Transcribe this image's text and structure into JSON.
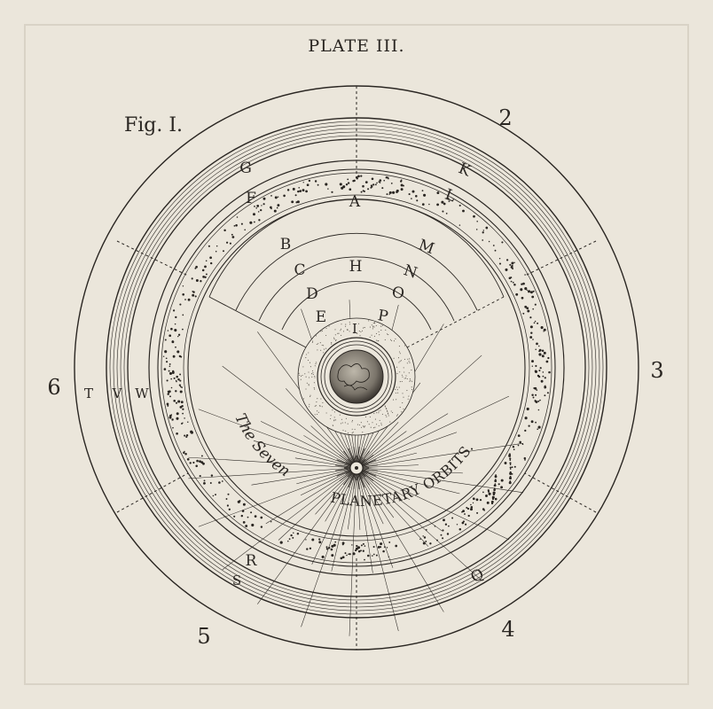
{
  "plate": {
    "title": "PLATE III.",
    "figure_label": "Fig. I."
  },
  "outer_numbers": [
    "2",
    "3",
    "4",
    "5",
    "6"
  ],
  "ring_letters": [
    "G",
    "K",
    "F",
    "L",
    "A",
    "B",
    "M",
    "C",
    "H",
    "N",
    "D",
    "O",
    "E",
    "P",
    "I",
    "T",
    "V",
    "W",
    "R",
    "S",
    "Q"
  ],
  "caption": {
    "line1": "The Seven",
    "line2": "PLANETARY ORBITS."
  },
  "colors": {
    "paper": "#ebe6db",
    "ink": "#2a2622"
  }
}
